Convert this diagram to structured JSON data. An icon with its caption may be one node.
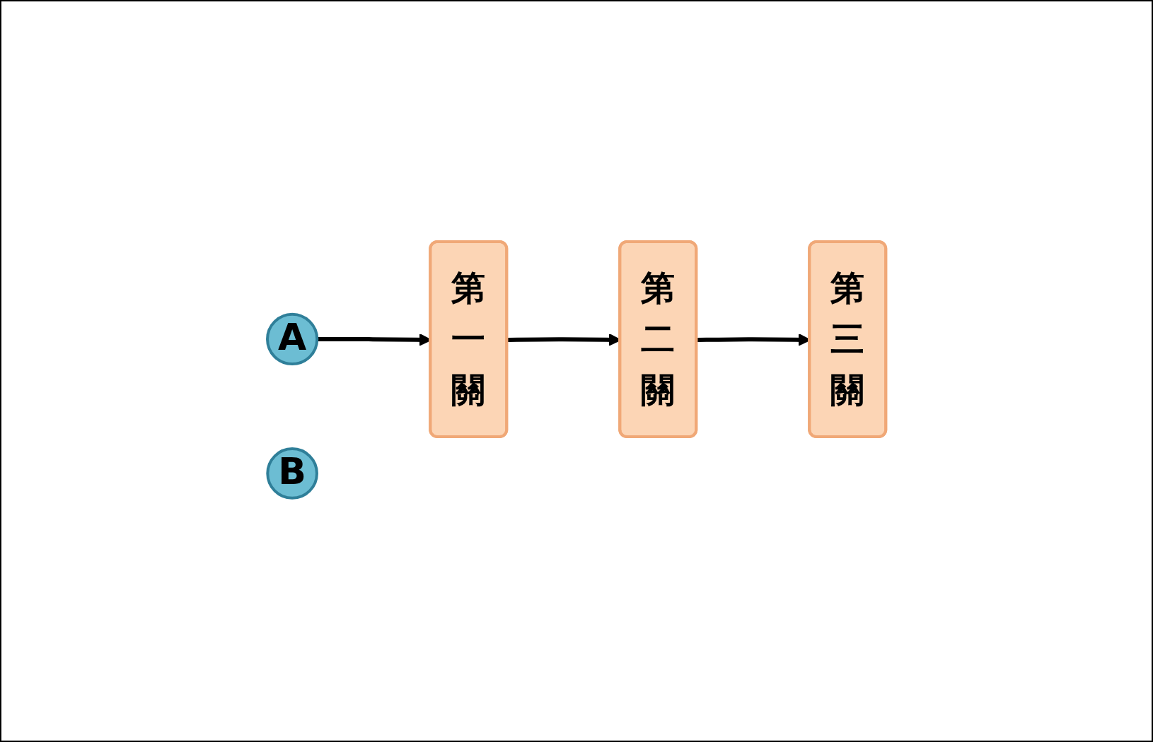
{
  "diagram": {
    "nodes": [
      {
        "text": [
          "A"
        ]
      },
      {
        "text": [
          "第一關"
        ]
      },
      {
        "text": [
          "第二關"
        ]
      },
      {
        "text": [
          "第三關"
        ]
      },
      {
        "text": [
          "B"
        ]
      }
    ],
    "edges": [
      {
        "from": 0,
        "to": 1,
        "arrow": "to"
      },
      {
        "from": 1,
        "to": 2,
        "arrow": "to"
      },
      {
        "from": 2,
        "to": 3,
        "arrow": "to"
      }
    ]
  }
}
